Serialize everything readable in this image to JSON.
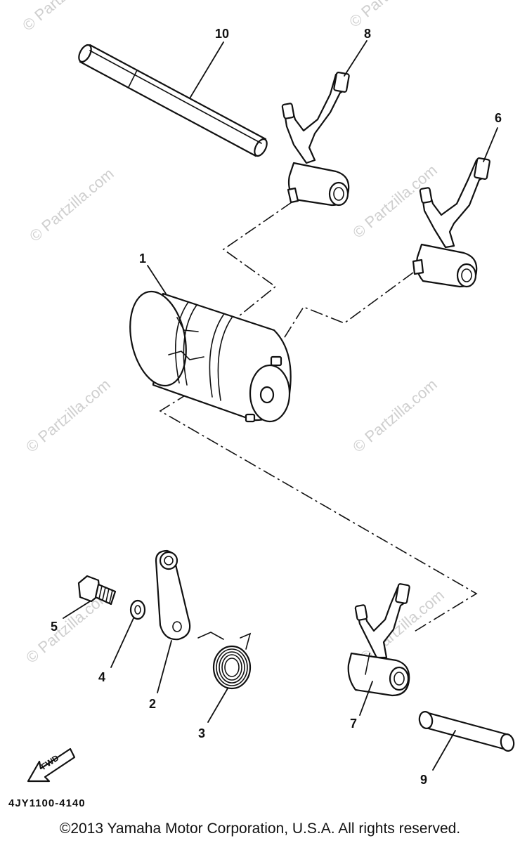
{
  "callouts": [
    "1",
    "2",
    "3",
    "4",
    "5",
    "6",
    "7",
    "8",
    "9",
    "10"
  ],
  "watermark": "© Partzilla.com",
  "fwd_label": "FWD",
  "diagram_code": "4JY1100-4140",
  "copyright": "©2013 Yamaha Motor Corporation, U.S.A. All rights reserved."
}
